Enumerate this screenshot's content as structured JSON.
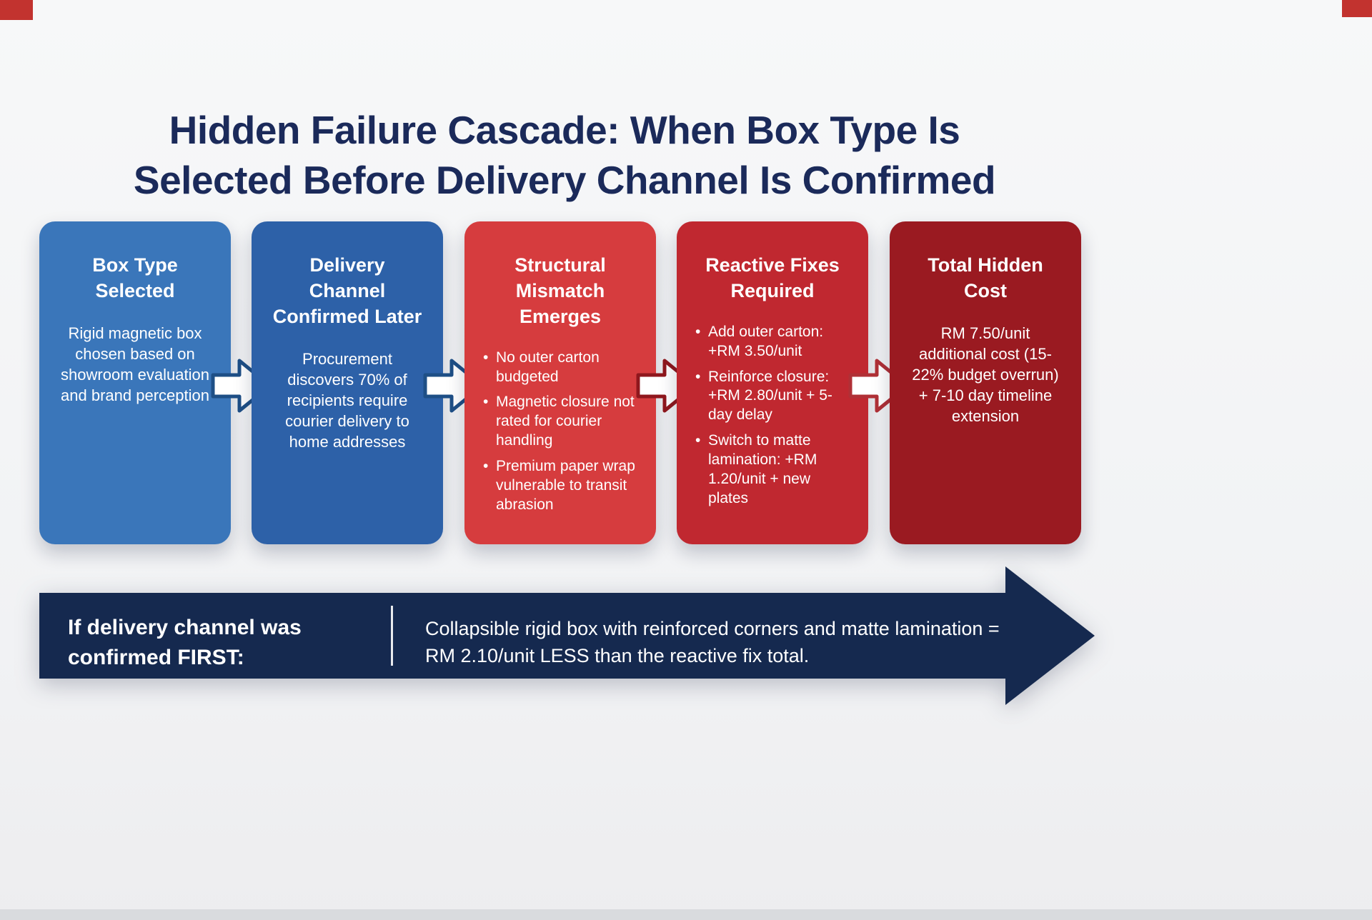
{
  "page": {
    "title_lines": [
      "Hidden Failure Cascade: When Box Type Is",
      "Selected Before Delivery Channel Is Confirmed"
    ]
  },
  "stages": [
    {
      "heading": "Box Type Selected",
      "body": "Rigid magnetic box chosen based on showroom evaluation and brand perception",
      "color": "#3a76ba"
    },
    {
      "heading": "Delivery Channel Confirmed Later",
      "body": "Procurement discovers 70% of recipients require courier delivery to home addresses",
      "color": "#2d61a8"
    },
    {
      "heading": "Structural Mismatch Emerges",
      "bullets": [
        "No outer carton budgeted",
        "Magnetic closure not rated for courier handling",
        "Premium paper wrap vulnerable to transit abrasion"
      ],
      "color": "#d63c3e"
    },
    {
      "heading": "Reactive Fixes Required",
      "bullets": [
        "Add outer carton: +RM 3.50/unit",
        "Reinforce closure: +RM 2.80/unit + 5-day delay",
        "Switch to matte lamination: +RM 1.20/unit + new plates"
      ],
      "color": "#c02830"
    },
    {
      "heading": "Total Hidden Cost",
      "body": "RM 7.50/unit additional cost (15-22% budget overrun) + 7-10 day timeline extension",
      "color": "#9a1a21"
    }
  ],
  "connectors": [
    {
      "outline": "#1e4f86",
      "fill": "#ffffff"
    },
    {
      "outline": "#1e4f86",
      "fill": "#ffffff"
    },
    {
      "outline": "#8f171d",
      "fill": "#ffffff"
    },
    {
      "outline": "#b03036",
      "fill": "#ffffff"
    }
  ],
  "banner": {
    "label": "If delivery channel was confirmed FIRST:",
    "text": "Collapsible rigid box with reinforced corners and matte lamination = RM 2.10/unit LESS than the reactive fix total.",
    "color": "#15294f"
  },
  "colors": {
    "background": "#f3f4f6",
    "title": "#1b2a5a",
    "corner_mark": "#c2332f"
  }
}
